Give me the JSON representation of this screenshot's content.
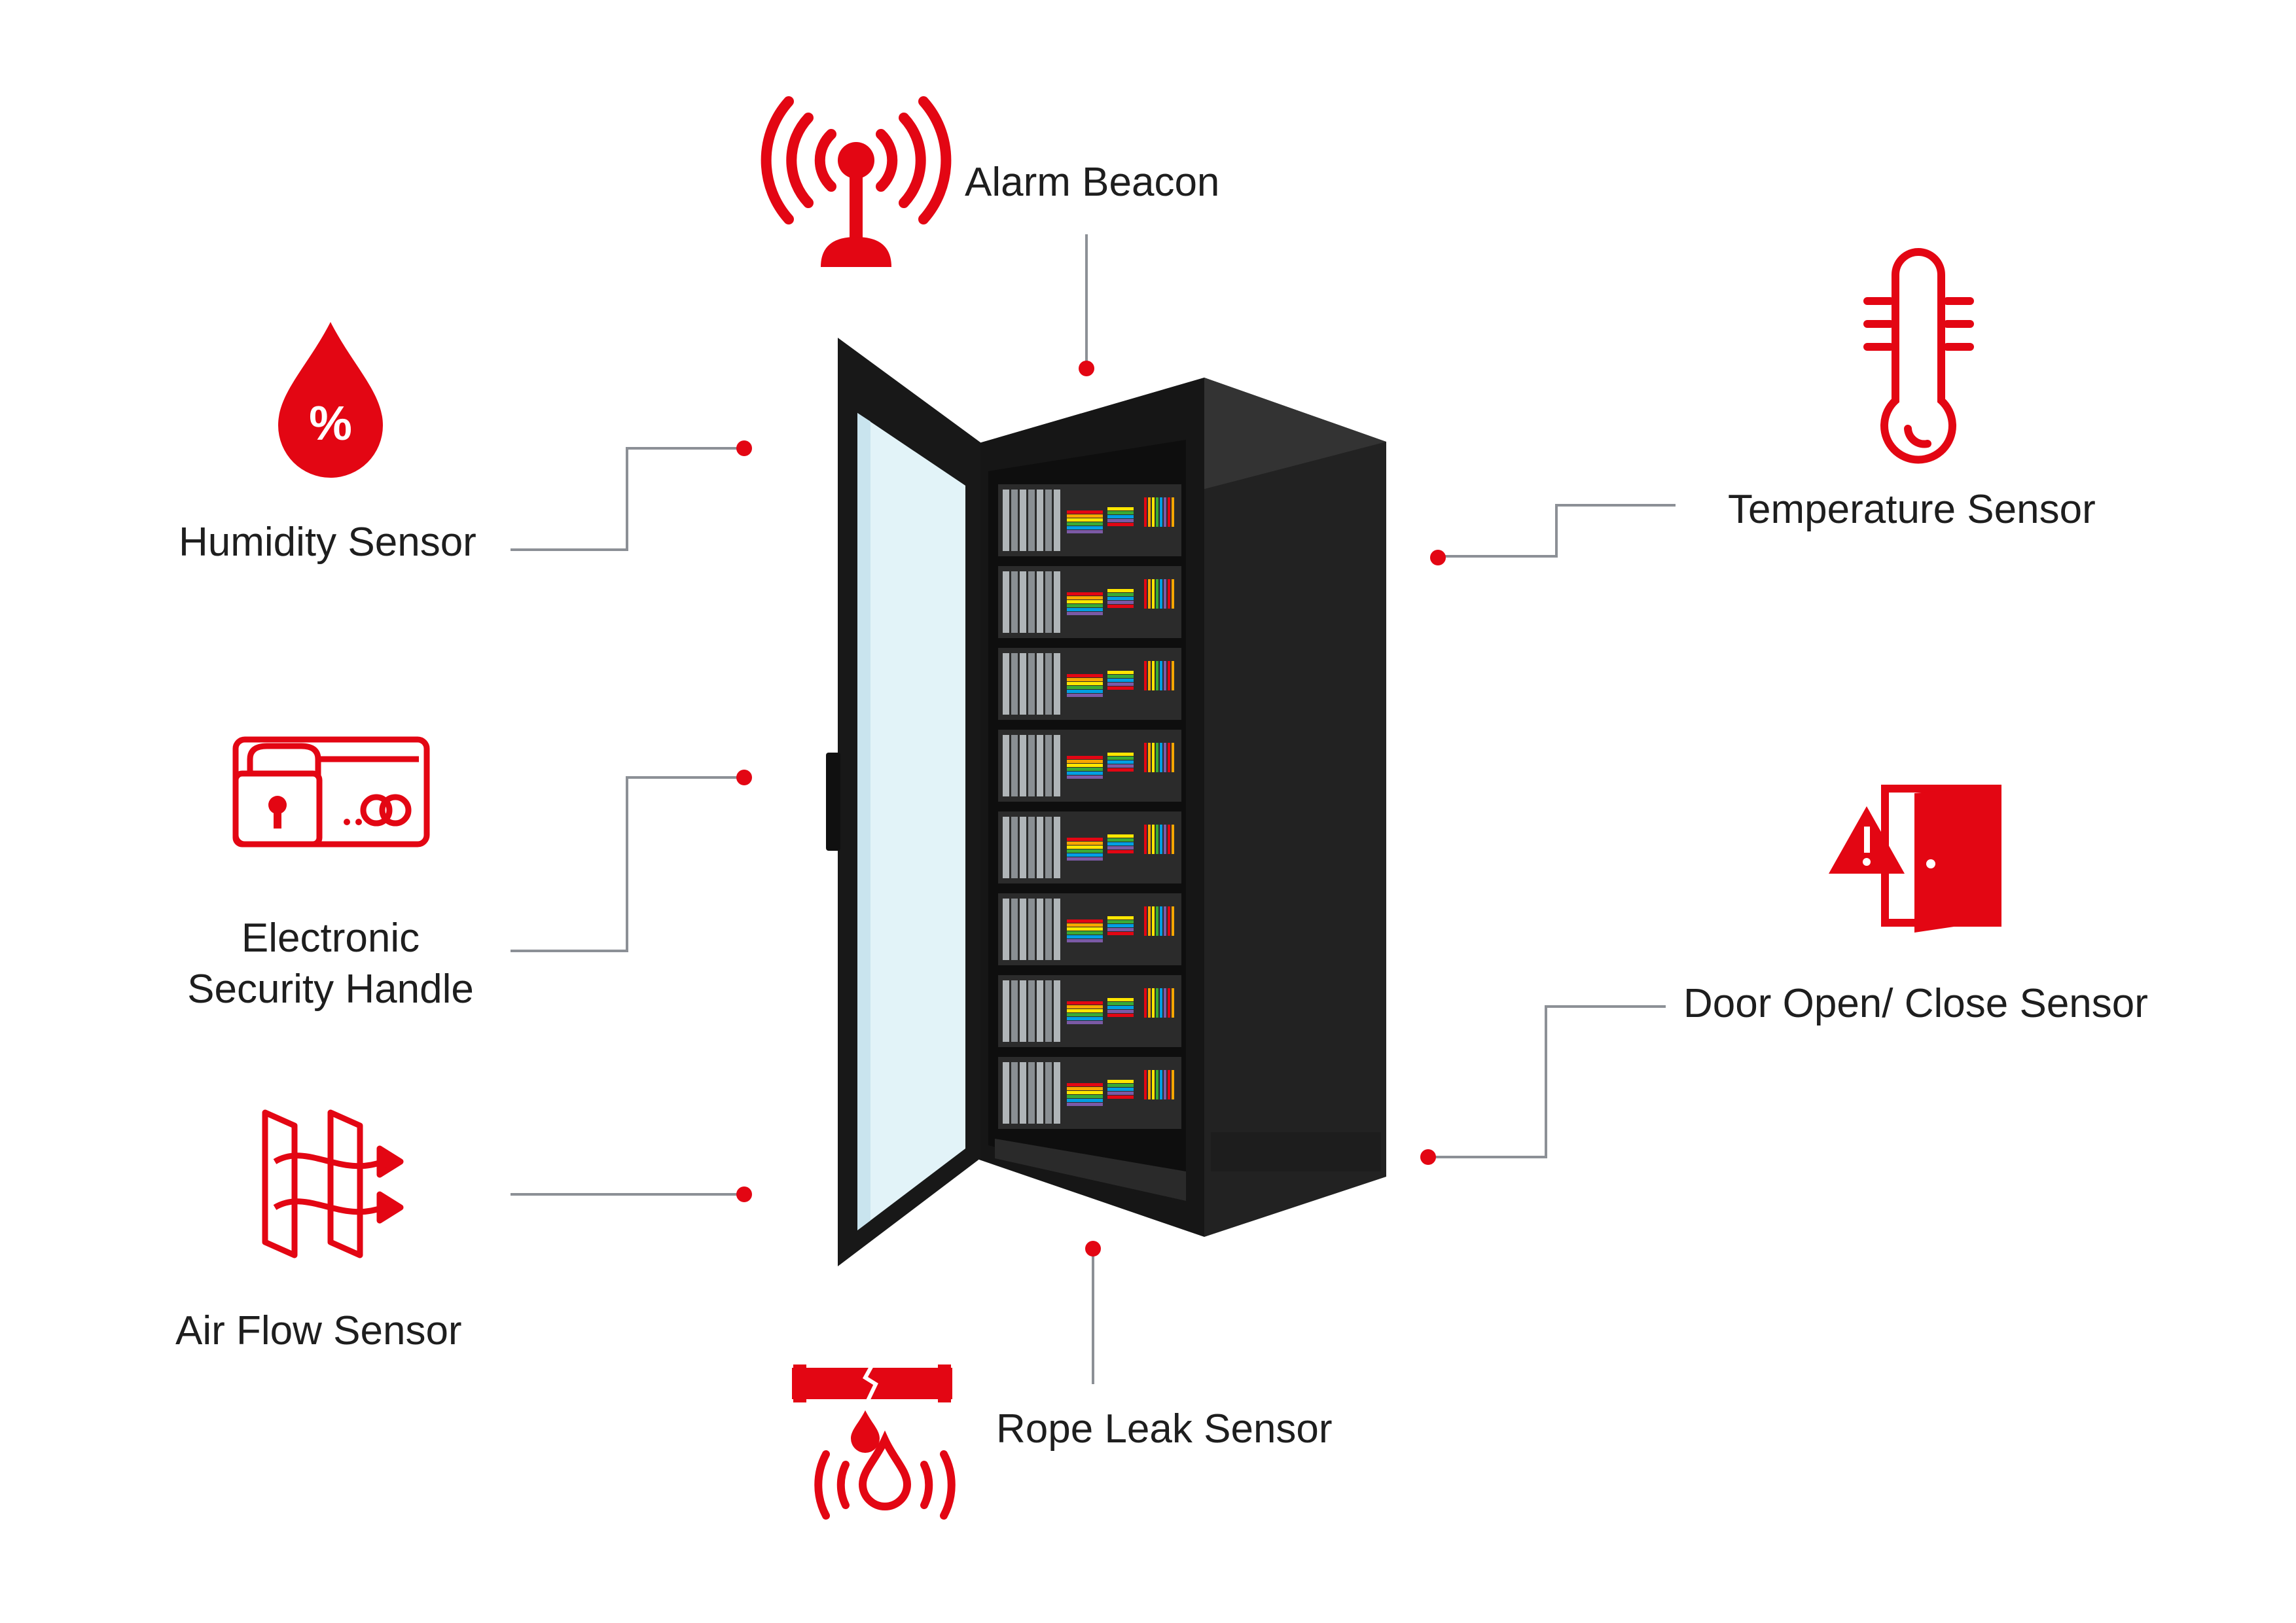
{
  "colors": {
    "accent": "#e30613",
    "connector": "#8c9096",
    "cabinet": "#1a1a1a",
    "glass": "#e2f3f8"
  },
  "sensors": {
    "alarm_beacon": {
      "label": "Alarm Beacon",
      "icon": "alarm-beacon-icon"
    },
    "humidity": {
      "label": "Humidity Sensor",
      "icon": "humidity-drop-icon"
    },
    "temperature": {
      "label": "Temperature Sensor",
      "icon": "thermometer-icon"
    },
    "security_handle": {
      "label_line1": "Electronic",
      "label_line2": "Security Handle",
      "icon": "security-handle-icon"
    },
    "door": {
      "label": "Door Open/ Close Sensor",
      "icon": "door-warning-icon"
    },
    "air_flow": {
      "label": "Air Flow Sensor",
      "icon": "air-flow-icon"
    },
    "rope_leak": {
      "label": "Rope Leak Sensor",
      "icon": "rope-leak-icon"
    }
  },
  "humidity_icon_symbol": "%"
}
